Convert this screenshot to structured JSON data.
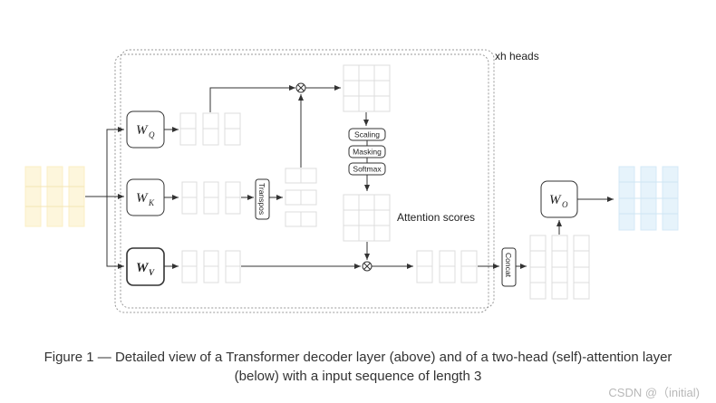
{
  "diagram": {
    "heads_label": "xh heads",
    "weights": {
      "q": {
        "base": "W",
        "sub": "Q"
      },
      "k": {
        "base": "W",
        "sub": "K"
      },
      "v": {
        "base": "W",
        "sub": "V"
      },
      "o": {
        "base": "W",
        "sub": "O"
      }
    },
    "transpose_label": "Transpos",
    "scaling_label": "Scaling",
    "masking_label": "Masking",
    "softmax_label": "Softmax",
    "attention_label": "Attention scores",
    "concat_label": "Concat",
    "multiply_symbol": "⊗",
    "colors": {
      "input": "#fdf6dc",
      "output": "#e6f3fb",
      "grid_border": "#dcdcdc",
      "line": "#333333"
    }
  },
  "caption": {
    "line1": "Figure 1 — Detailed view of a Transformer decoder layer (above) and of a two-head (self)-attention layer",
    "line2": "(below) with a input sequence of length 3"
  },
  "watermark": "CSDN @（initial)"
}
